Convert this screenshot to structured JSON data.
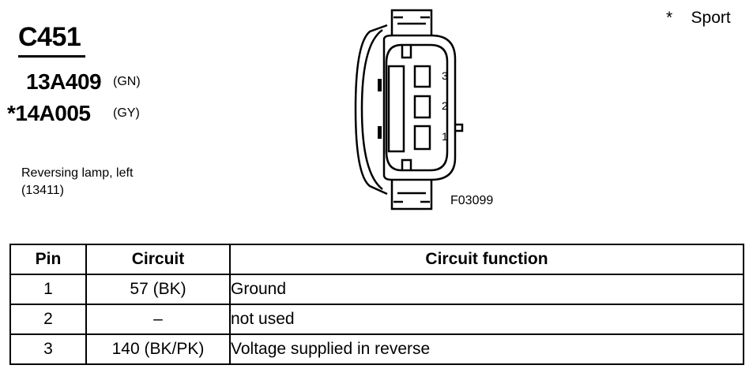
{
  "connector": {
    "id": "C451",
    "parts": [
      {
        "number": "13A409",
        "color": "(GN)"
      },
      {
        "number": "*14A005",
        "color": "(GY)"
      }
    ],
    "description_line1": "Reversing lamp, left",
    "description_line2": "(13411)",
    "note": "*    Sport",
    "figure_id": "F03099",
    "pin_labels": [
      "3",
      "2",
      "1"
    ]
  },
  "table": {
    "headers": {
      "pin": "Pin",
      "circuit": "Circuit",
      "function": "Circuit function"
    },
    "rows": [
      {
        "pin": "1",
        "circuit": "57 (BK)",
        "function": "Ground"
      },
      {
        "pin": "2",
        "circuit": "–",
        "function": "not used"
      },
      {
        "pin": "3",
        "circuit": "140 (BK/PK)",
        "function": "Voltage supplied in reverse"
      }
    ]
  }
}
